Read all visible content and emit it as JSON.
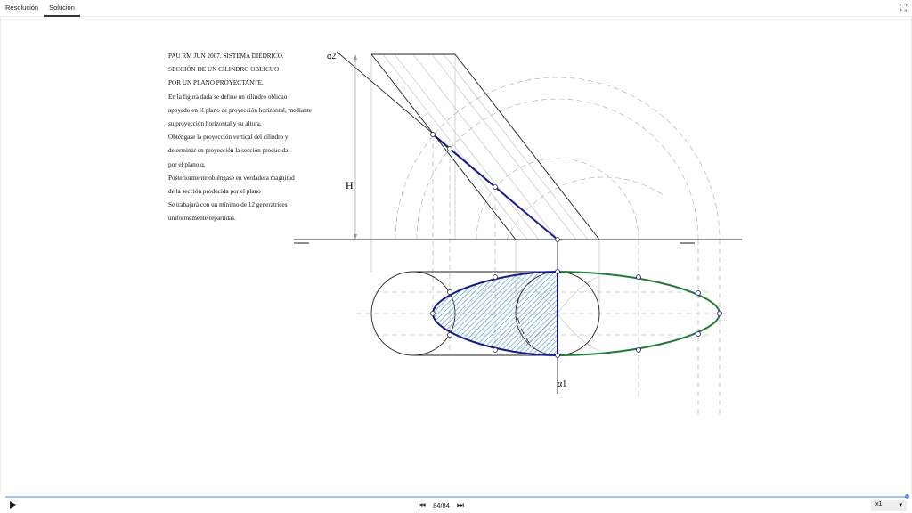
{
  "tabs": [
    {
      "label": "Resolución"
    },
    {
      "label": "Solución"
    }
  ],
  "problem_text": [
    "PAU RM JUN 2007. SISTEMA DIÉDRICO.",
    "SECCIÓN DE UN CILINDRO OBLICUO",
    "POR UN PLANO PROYECTANTE.",
    "En la figura dada se define un cilindro oblicuo",
    "apoyado en el plano de proyección horizontal, mediante",
    "su proyección horizontal y su altura.",
    "Obténgase la proyección vertical del cilindro y",
    "determinar en proyección la sección producida",
    "por el plano α.",
    "Posteriormente obténgase en verdadera magnitud",
    "de la sección producida por el plano",
    "Se trabajará con un mínimo de 12 generatrices",
    "uniformemente repartidas."
  ],
  "drawing": {
    "alpha2": "α2",
    "alpha1": "α1",
    "height": "H"
  },
  "player": {
    "step": "84/84",
    "speed": "x1",
    "progress": 1.0
  },
  "colors": {
    "section": "#1a1a8c",
    "true_size": "#1f7a3a",
    "hatch": "#4a9ad4"
  }
}
